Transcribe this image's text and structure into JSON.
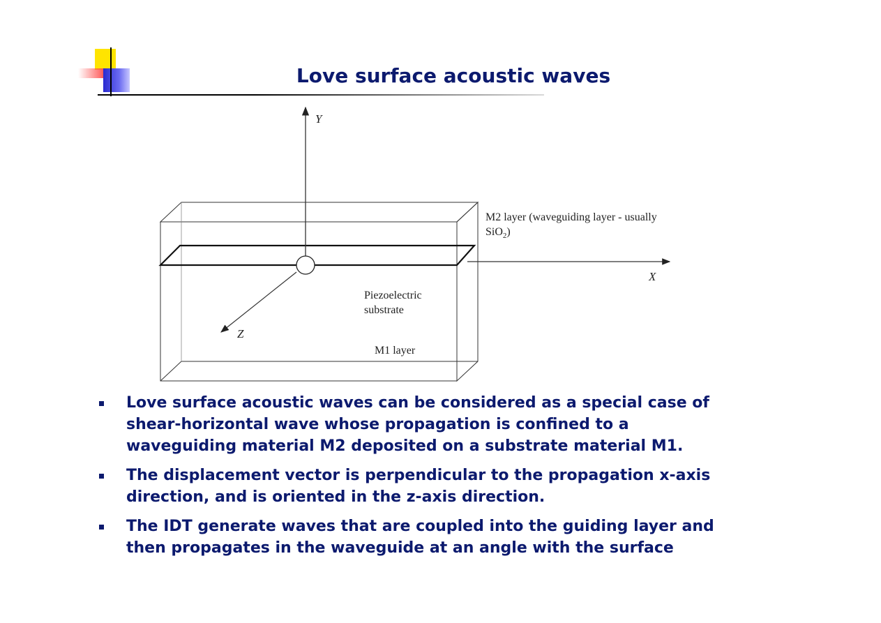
{
  "slide": {
    "title": "Love surface acoustic waves"
  },
  "diagram": {
    "axis_y": "Y",
    "axis_x": "X",
    "axis_z": "Z",
    "m2_label_line1": "M2 layer (waveguiding layer - usually",
    "m2_label_line2_prefix": "SiO",
    "m2_label_line2_sub": "2",
    "m2_label_line2_suffix": ")",
    "substrate_line1": "Piezoelectric",
    "substrate_line2": "substrate",
    "m1_label": "M1 layer"
  },
  "bullets": [
    {
      "lines": [
        "Love surface acoustic waves can be considered as a special case of",
        "shear-horizontal wave whose propagation is confined to a",
        "waveguiding material M2 deposited on a substrate material M1."
      ]
    },
    {
      "lines": [
        "The displacement vector is perpendicular to the propagation x-axis",
        "direction, and is oriented in the z-axis direction."
      ]
    },
    {
      "lines": [
        "The IDT generate waves that are coupled into the guiding layer and",
        "then propagates in the waveguide at an angle with the surface"
      ]
    }
  ],
  "colors": {
    "title": "#0c1a6e",
    "text": "#0c1a6e",
    "logo_yellow": "#ffe400",
    "logo_red": "#ff4a4a",
    "logo_blue": "#2a2ad0"
  }
}
